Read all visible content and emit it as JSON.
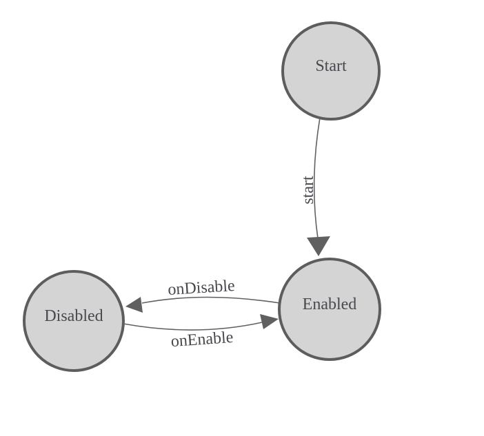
{
  "page": {
    "background": "#ffffff"
  },
  "colors": {
    "page_background": "#ffffff",
    "node_fill": "#d4d4d4",
    "node_stroke": "#5d5d5d",
    "edge_stroke": "#606060",
    "label_color": "#47494e"
  },
  "diagram": {
    "type": "state-machine",
    "nodes": [
      {
        "id": "start",
        "label": "Start"
      },
      {
        "id": "enabled",
        "label": "Enabled"
      },
      {
        "id": "disabled",
        "label": "Disabled"
      }
    ],
    "edges": [
      {
        "from": "start",
        "to": "enabled",
        "label": "start"
      },
      {
        "from": "enabled",
        "to": "disabled",
        "label": "onDisable"
      },
      {
        "from": "disabled",
        "to": "enabled",
        "label": "onEnable"
      }
    ]
  }
}
